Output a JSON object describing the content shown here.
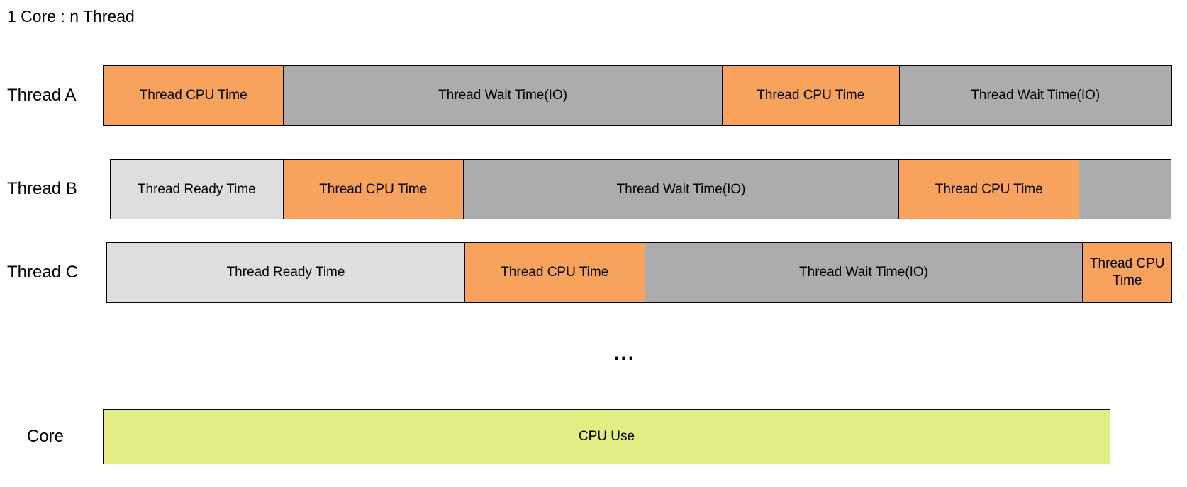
{
  "title": "1 Core : n Thread",
  "ellipsis": "...",
  "colors": {
    "cpu": "#F7A25D",
    "wait": "#ACACAC",
    "ready": "#DEDEDE",
    "core": "#E2EE83",
    "border": "#000000"
  },
  "rows": [
    {
      "id": "thread-a",
      "label": "Thread A",
      "segments": [
        {
          "label": "Thread CPU Time",
          "type": "cpu",
          "width_pct": 16.9
        },
        {
          "label": "Thread Wait Time(IO)",
          "type": "wait",
          "width_pct": 41.0
        },
        {
          "label": "Thread CPU Time",
          "type": "cpu",
          "width_pct": 16.6
        },
        {
          "label": "Thread Wait Time(IO)",
          "type": "wait",
          "width_pct": 25.5
        }
      ]
    },
    {
      "id": "thread-b",
      "label": "Thread B",
      "segments": [
        {
          "label": "Thread Ready Time",
          "type": "ready",
          "width_pct": 16.3
        },
        {
          "label": "Thread CPU Time",
          "type": "cpu",
          "width_pct": 17.0
        },
        {
          "label": "Thread Wait Time(IO)",
          "type": "wait",
          "width_pct": 41.0
        },
        {
          "label": "Thread CPU Time",
          "type": "cpu",
          "width_pct": 17.0
        },
        {
          "label": "",
          "type": "wait",
          "width_pct": 8.7
        }
      ]
    },
    {
      "id": "thread-c",
      "label": "Thread C",
      "segments": [
        {
          "label": "Thread Ready Time",
          "type": "ready",
          "width_pct": 33.6
        },
        {
          "label": "Thread CPU Time",
          "type": "cpu",
          "width_pct": 16.9
        },
        {
          "label": "Thread Wait Time(IO)",
          "type": "wait",
          "width_pct": 41.1
        },
        {
          "label": "Thread CPU Time",
          "type": "cpu",
          "width_pct": 8.4
        }
      ]
    },
    {
      "id": "core",
      "label": "Core",
      "segments": [
        {
          "label": "CPU Use",
          "type": "core",
          "width_pct": 100
        }
      ]
    }
  ]
}
